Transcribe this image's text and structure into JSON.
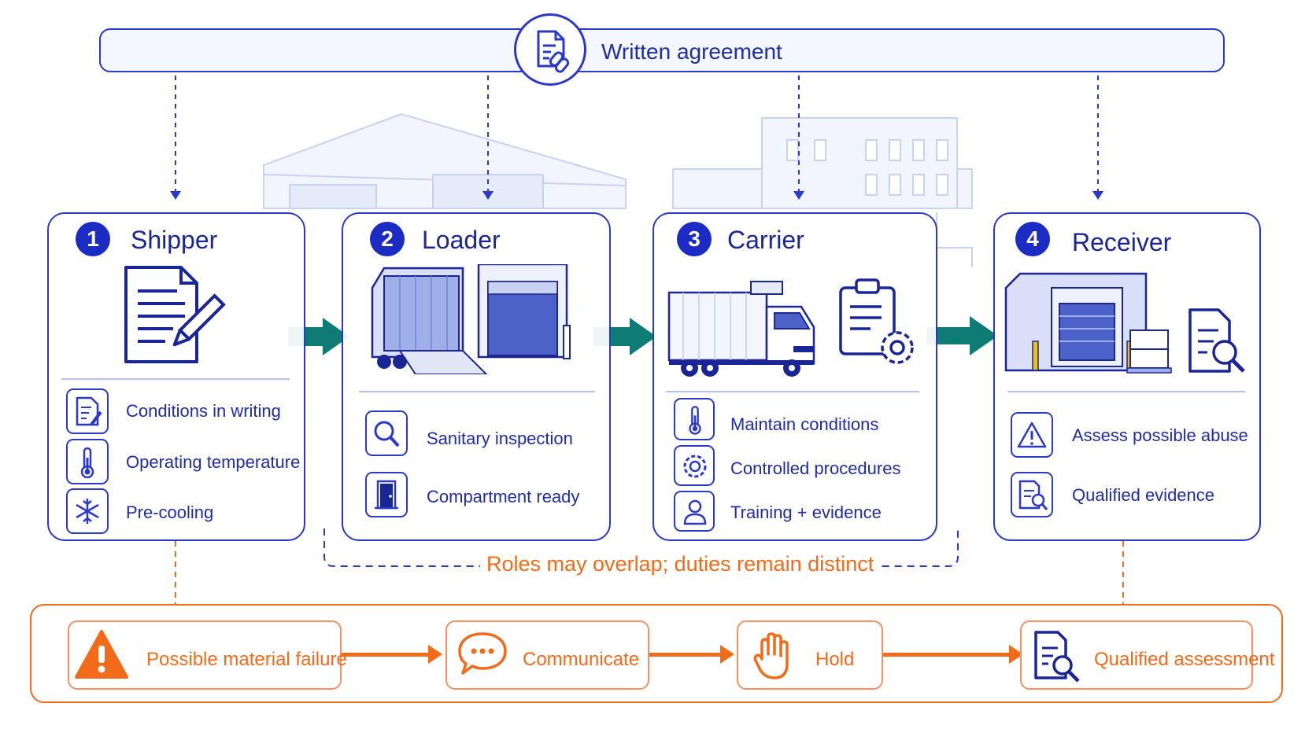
{
  "agreement": {
    "label": "Written agreement"
  },
  "roles": [
    {
      "number": "1",
      "title": "Shipper",
      "items": [
        {
          "icon": "document-edit-icon",
          "label": "Conditions in writing"
        },
        {
          "icon": "thermometer-icon",
          "label": "Operating temperature"
        },
        {
          "icon": "snowflake-icon",
          "label": "Pre-cooling"
        }
      ]
    },
    {
      "number": "2",
      "title": "Loader",
      "items": [
        {
          "icon": "magnifier-icon",
          "label": "Sanitary inspection"
        },
        {
          "icon": "door-icon",
          "label": "Compartment ready"
        }
      ]
    },
    {
      "number": "3",
      "title": "Carrier",
      "items": [
        {
          "icon": "thermometer-icon",
          "label": "Maintain conditions"
        },
        {
          "icon": "gear-icon",
          "label": "Controlled procedures"
        },
        {
          "icon": "person-icon",
          "label": "Training + evidence"
        }
      ]
    },
    {
      "number": "4",
      "title": "Receiver",
      "items": [
        {
          "icon": "warning-icon",
          "label": "Assess possible abuse"
        },
        {
          "icon": "document-search-icon",
          "label": "Qualified evidence"
        }
      ]
    }
  ],
  "overlap_note": "Roles may overlap; duties remain distinct",
  "failure_flow": [
    {
      "icon": "warning-triangle-icon",
      "label": "Possible material failure"
    },
    {
      "icon": "speech-bubble-icon",
      "label": "Communicate"
    },
    {
      "icon": "hand-stop-icon",
      "label": "Hold"
    },
    {
      "icon": "document-search-icon",
      "label": "Qualified assessment"
    }
  ],
  "colors": {
    "primary": "#2a39c9",
    "accent": "#f26b1a",
    "flow_arrow": "#0e7c74"
  }
}
